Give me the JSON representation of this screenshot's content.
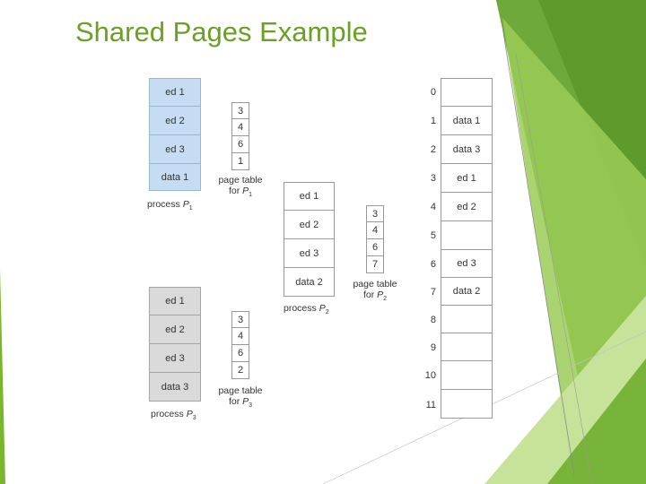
{
  "title": "Shared Pages Example",
  "process1": {
    "pages": [
      "ed 1",
      "ed 2",
      "ed 3",
      "data 1"
    ],
    "label_text": "process ",
    "label_var": "P",
    "label_sub": "1"
  },
  "page_table1": {
    "entries": [
      "3",
      "4",
      "6",
      "1"
    ],
    "label_line1": "page table",
    "label_line2": "for ",
    "label_var": "P",
    "label_sub": "1"
  },
  "process2": {
    "pages": [
      "ed 1",
      "ed 2",
      "ed 3",
      "data 2"
    ],
    "label_text": "process ",
    "label_var": "P",
    "label_sub": "2"
  },
  "page_table2": {
    "entries": [
      "3",
      "4",
      "6",
      "7"
    ],
    "label_line1": "page table",
    "label_line2": "for ",
    "label_var": "P",
    "label_sub": "2"
  },
  "process3": {
    "pages": [
      "ed 1",
      "ed 2",
      "ed 3",
      "data 3"
    ],
    "label_text": "process ",
    "label_var": "P",
    "label_sub": "3"
  },
  "page_table3": {
    "entries": [
      "3",
      "4",
      "6",
      "2"
    ],
    "label_line1": "page table",
    "label_line2": "for ",
    "label_var": "P",
    "label_sub": "3"
  },
  "physical_memory": {
    "frame_numbers": [
      "0",
      "1",
      "2",
      "3",
      "4",
      "5",
      "6",
      "7",
      "8",
      "9",
      "10",
      "11"
    ],
    "frames": [
      "",
      "data 1",
      "data 3",
      "ed 1",
      "ed 2",
      "",
      "ed 3",
      "data 2",
      "",
      "",
      "",
      ""
    ]
  },
  "colors": {
    "title": "#6aa023",
    "process1_fill": "#c5dcf2",
    "process3_fill": "#dadada",
    "deco_green_dark": "#5e9a2c",
    "deco_green_light": "#b9dc7e"
  }
}
